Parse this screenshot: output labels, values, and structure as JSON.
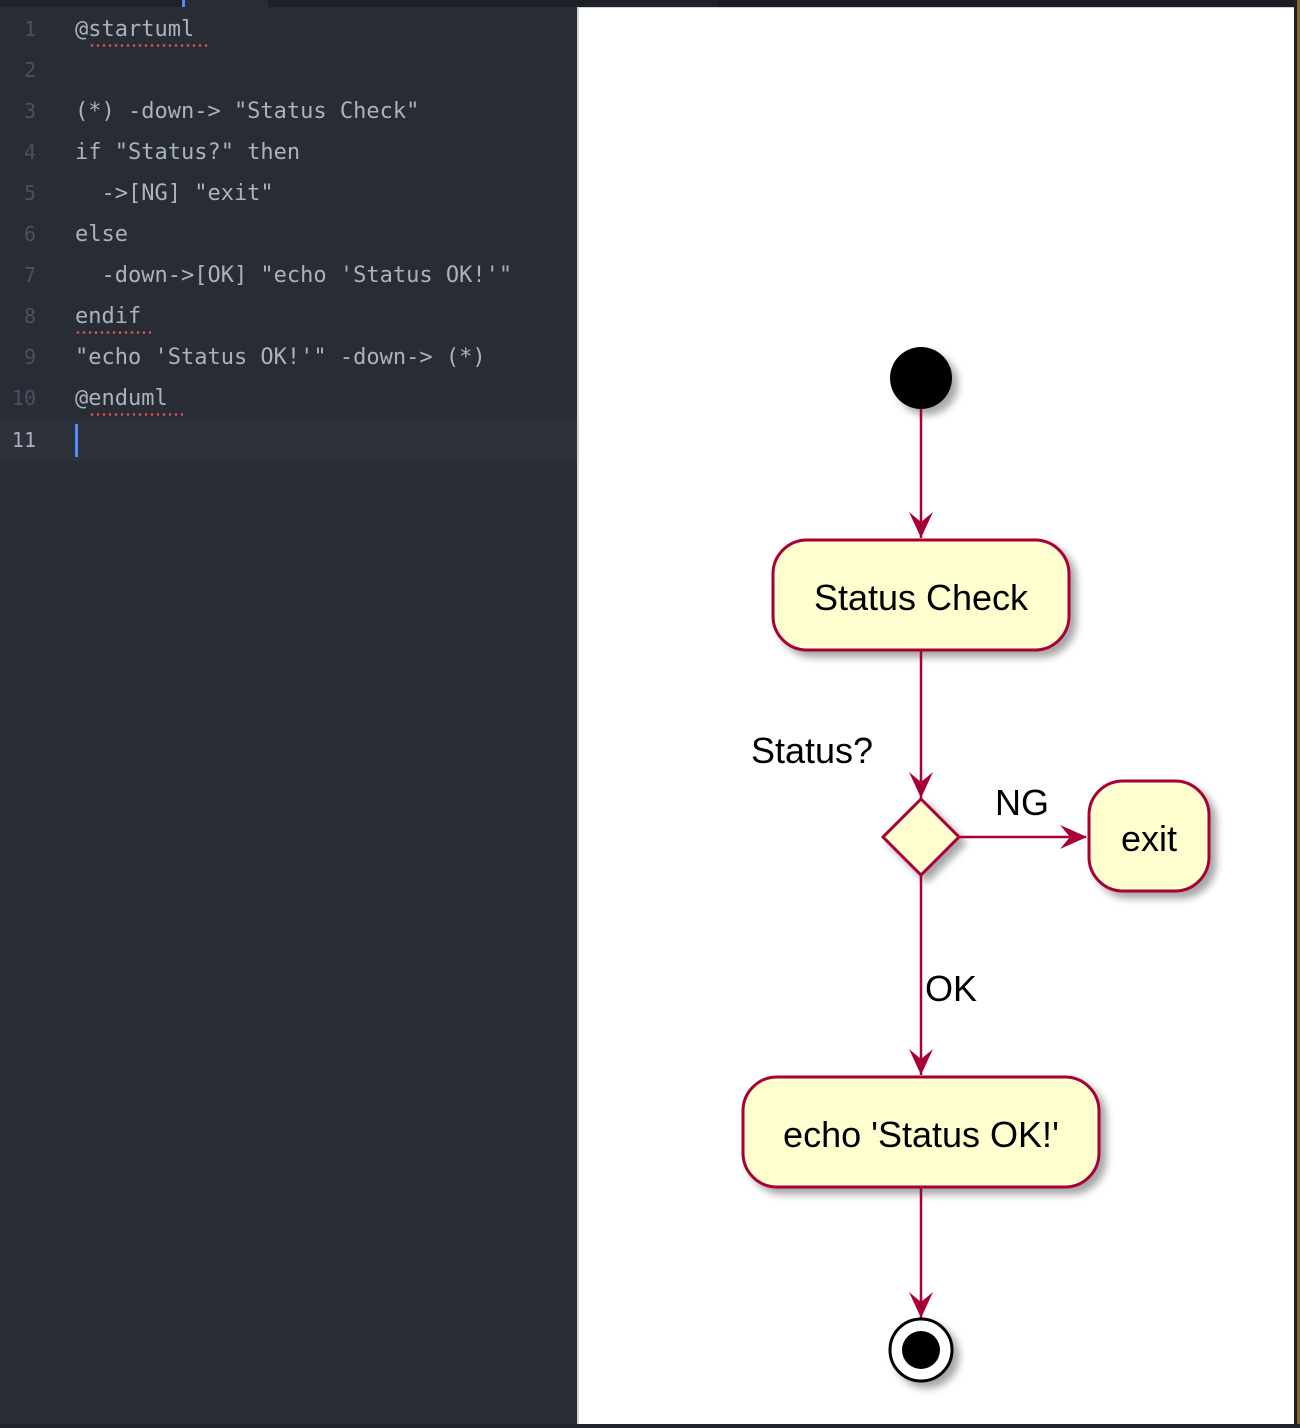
{
  "editor": {
    "lines": [
      {
        "num": "1",
        "text": "@startuml"
      },
      {
        "num": "2",
        "text": ""
      },
      {
        "num": "3",
        "text": "(*) -down-> \"Status Check\""
      },
      {
        "num": "4",
        "text": "if \"Status?\" then"
      },
      {
        "num": "5",
        "text": "  ->[NG] \"exit\""
      },
      {
        "num": "6",
        "text": "else"
      },
      {
        "num": "7",
        "text": "  -down->[OK] \"echo 'Status OK!'\""
      },
      {
        "num": "8",
        "text": "endif"
      },
      {
        "num": "9",
        "text": "\"echo 'Status OK!'\" -down-> (*)"
      },
      {
        "num": "10",
        "text": "@enduml"
      },
      {
        "num": "11",
        "text": ""
      }
    ],
    "active_line": "11"
  },
  "diagram": {
    "nodes": {
      "status_check": "Status Check",
      "decision_label": "Status?",
      "exit": "exit",
      "echo": "echo 'Status OK!'"
    },
    "edges": {
      "ng_label": "NG",
      "ok_label": "OK"
    },
    "colors": {
      "stroke": "#a80036",
      "fill": "#fefece",
      "text": "#000000",
      "accent": "#528bff",
      "error_squiggle": "#e05252"
    }
  }
}
